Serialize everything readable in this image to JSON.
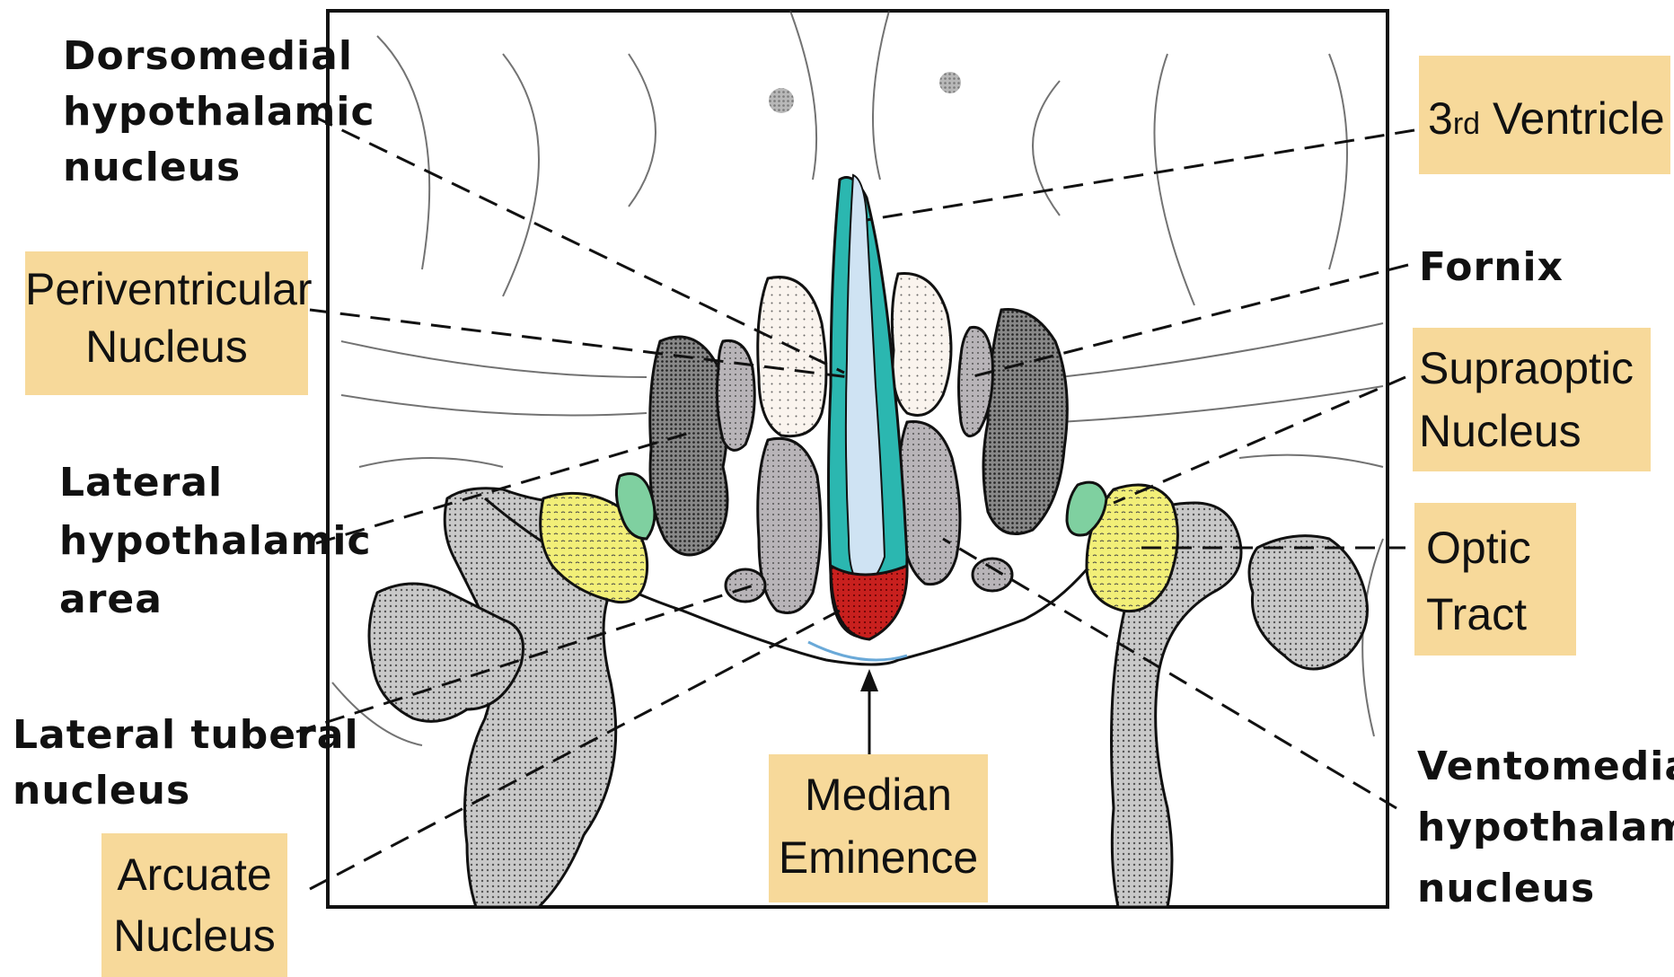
{
  "labels": {
    "dorsomedial": [
      "Dorsomedial",
      "hypothalamic",
      "nucleus"
    ],
    "periventricular": [
      "Periventricular",
      "Nucleus"
    ],
    "lateral_area": [
      "Lateral",
      "hypothalamic",
      "area"
    ],
    "lateral_tuberal": [
      "Lateral tuberal",
      "nucleus"
    ],
    "arcuate": [
      "Arcuate",
      "Nucleus"
    ],
    "median_eminence": [
      "Median",
      "Eminence"
    ],
    "third_ventricle": {
      "num": "3",
      "sup": "rd",
      "word": "Ventricle"
    },
    "fornix": "Fornix",
    "supraoptic": [
      "Supraoptic",
      "Nucleus"
    ],
    "optic_tract": [
      "Optic",
      "Tract"
    ],
    "ventromedial": [
      "Ventomedial",
      "hypothalamic",
      "nucleus"
    ]
  },
  "colors": {
    "highlight_box": "#f7d99a",
    "ventricle": "#cfe3f3",
    "ventricle_wall": "#2bb7b0",
    "median_eminence": "#c8201e",
    "supraoptic": "#f2ef78",
    "optic_small": "#7fd0a0"
  }
}
